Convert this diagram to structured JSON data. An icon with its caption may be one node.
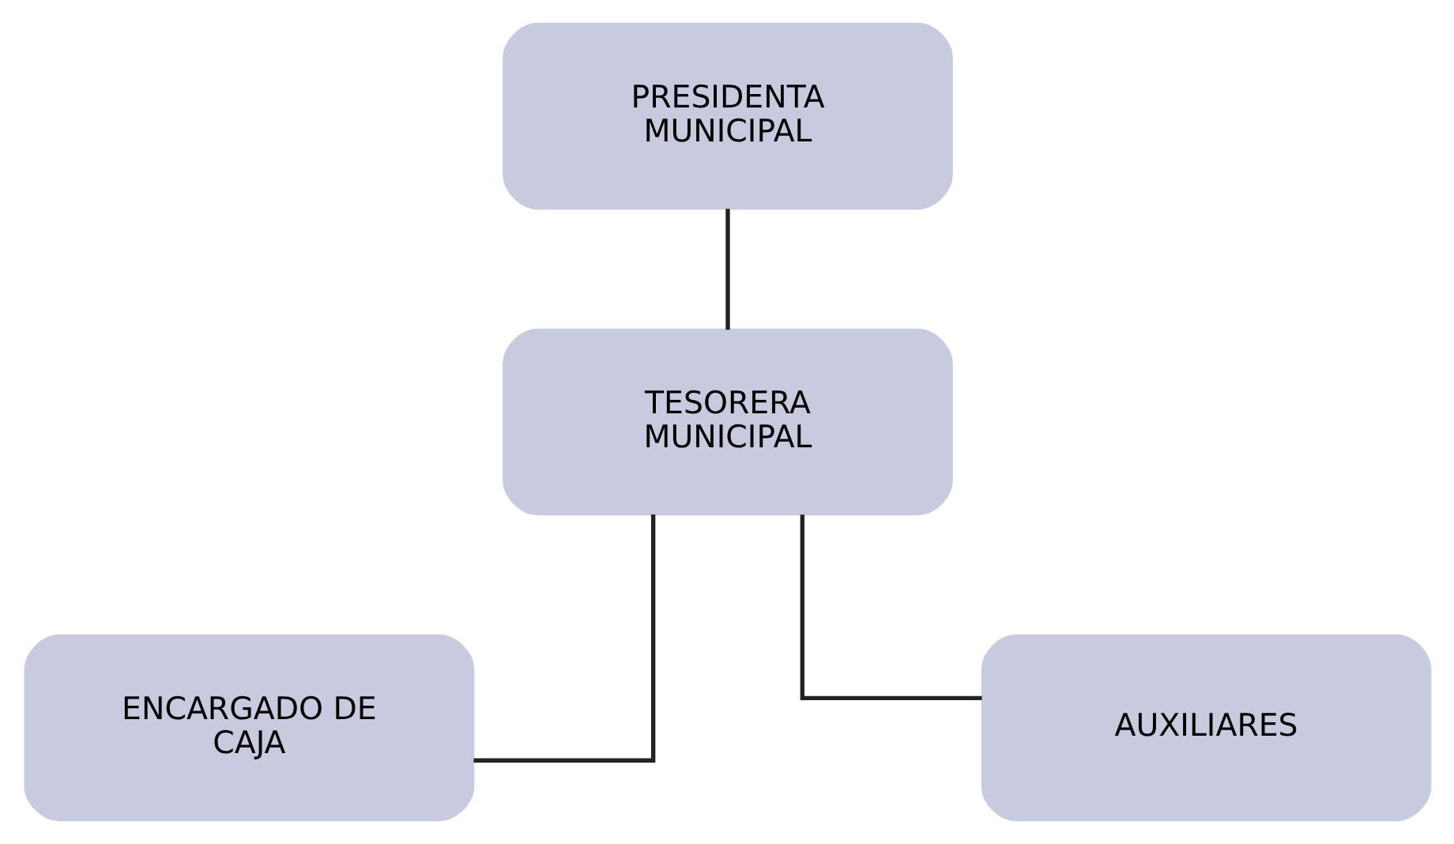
{
  "diagram": {
    "nodes": [
      {
        "text": [
          "PRESIDENTA MUNICIPAL"
        ]
      },
      {
        "text": [
          "TESORERA MUNICIPAL"
        ]
      },
      {
        "text": [
          "ENCARGADO DE CAJA"
        ]
      },
      {
        "text": [
          "AUXILIARES"
        ]
      }
    ],
    "edges": [
      {
        "from": 0,
        "to": 1,
        "arrow": "none"
      },
      {
        "from": 1,
        "to": 2,
        "arrow": "none"
      },
      {
        "from": 1,
        "to": 3,
        "arrow": "none"
      }
    ]
  }
}
